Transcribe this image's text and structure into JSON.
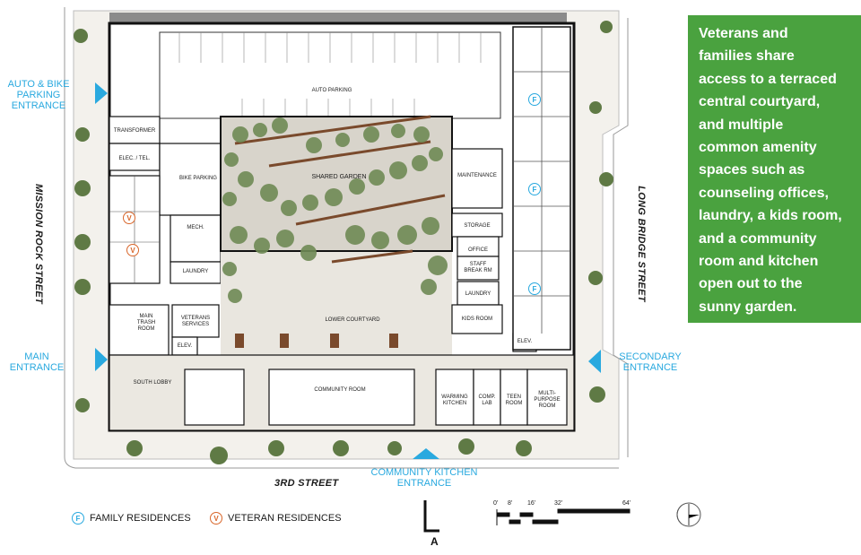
{
  "callout": {
    "lines": [
      "Veterans and",
      "families share",
      "access to a terraced",
      "central courtyard,",
      "and multiple",
      "common amenity",
      "spaces such as",
      "counseling offices,",
      "laundry, a kids room,",
      "and a community",
      "room and kitchen",
      "open out to the",
      "sunny garden."
    ]
  },
  "streets": {
    "west": "MISSION ROCK STREET",
    "east": "LONG BRIDGE STREET",
    "south": "3RD STREET"
  },
  "entrances": {
    "auto_bike": [
      "AUTO & BIKE",
      "PARKING",
      "ENTRANCE"
    ],
    "main": [
      "MAIN",
      "ENTRANCE"
    ],
    "secondary": [
      "SECONDARY",
      "ENTRANCE"
    ],
    "community_kitchen": [
      "COMMUNITY KITCHEN",
      "ENTRANCE"
    ]
  },
  "rooms": {
    "auto_parking": "AUTO PARKING",
    "transformer": "TRANSFORMER",
    "elec_tel": "ELEC. / TEL.",
    "bike_parking": "BIKE PARKING",
    "mech": "MECH.",
    "laundry_west": "LAUNDRY",
    "main_trash": [
      "MAIN",
      "TRASH",
      "ROOM"
    ],
    "veterans_services": [
      "VETERANS",
      "SERVICES"
    ],
    "elev_west": "ELEV.",
    "south_lobby": "SOUTH LOBBY",
    "shared_garden": "SHARED GARDEN",
    "lower_courtyard": "LOWER COURTYARD",
    "community_room": "COMMUNITY ROOM",
    "maintenance": "MAINTENANCE",
    "storage": "STORAGE",
    "office": "OFFICE",
    "staff_break": [
      "STAFF",
      "BREAK RM"
    ],
    "laundry_east": "LAUNDRY",
    "kids_room": "KIDS ROOM",
    "elev_east": "ELEV.",
    "warming_kitchen": [
      "WARMING",
      "KITCHEN"
    ],
    "comp_lab": [
      "COMP.",
      "LAB"
    ],
    "teen_room": [
      "TEEN",
      "ROOM"
    ],
    "multi_purpose": [
      "MULTI-",
      "PURPOSE",
      "ROOM"
    ]
  },
  "legend": {
    "family": {
      "badge": "F",
      "label": "FAMILY RESIDENCES",
      "color": "#29a9df"
    },
    "veteran": {
      "badge": "V",
      "label": "VETERAN RESIDENCES",
      "color": "#d9662a"
    }
  },
  "section_marker": "A",
  "scale_bar": [
    "0'",
    "8'",
    "16'",
    "32'",
    "64'"
  ],
  "colors": {
    "callout_bg": "#4aa23f",
    "entrance_blue": "#29a9df",
    "veteran_orange": "#d9662a"
  }
}
